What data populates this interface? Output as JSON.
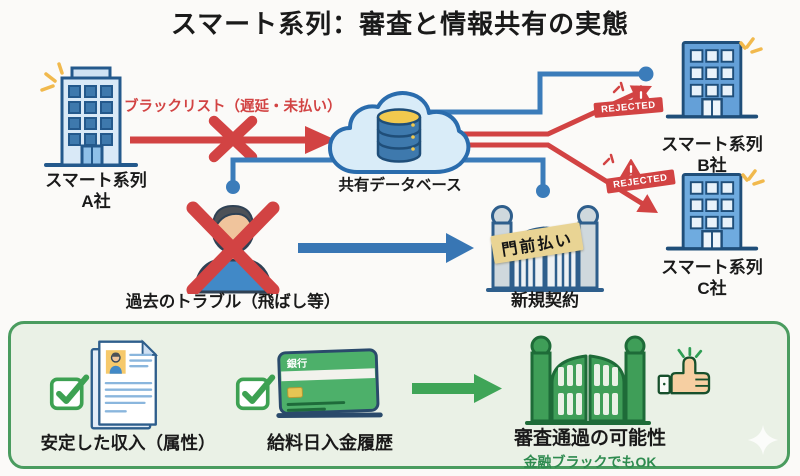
{
  "title": "スマート系列：審査と情報共有の実態",
  "diagram": {
    "company_a": {
      "line1": "スマート系列",
      "line2": "A社"
    },
    "company_b": {
      "line1": "スマート系列",
      "line2": "B社"
    },
    "company_c": {
      "line1": "スマート系列",
      "line2": "C社"
    },
    "blacklist_label": "ブラックリスト（遅延・未払い）",
    "cloud_label": "共有データベース",
    "person_label": "過去のトラブル（飛ばし等）",
    "gate_banner": "門前払い",
    "new_contract_label": "新規契約",
    "rejected": "REJECTED"
  },
  "panel": {
    "income_label": "安定した収入（属性）",
    "salary_label": "給料日入金履歴",
    "pass_label": "審査通過の可能性",
    "pass_sublabel": "金融ブラックでもOK",
    "bank_label": "銀行"
  },
  "icons": {
    "building-icon": "office building",
    "cloud-database-icon": "cloud with database cylinder",
    "person-blocked-icon": "person with red X",
    "gate-icon": "closed iron gate",
    "warning-triangle-icon": "red alert triangle",
    "checkbox-checked-icon": "green checked checkbox",
    "document-icon": "resume document with photo",
    "bank-card-icon": "green bank passbook/card",
    "thumbs-up-icon": "thumbs up hand",
    "sparkle-icon": "emphasis sparkle lines",
    "star-icon": "faint four-point star watermark"
  },
  "colors": {
    "red": "#d24343",
    "blue_line": "#3b7cba",
    "blue_fill": "#64a0d8",
    "light_blue": "#d9e9f7",
    "navy": "#1f4e79",
    "green": "#3da152",
    "dark_green": "#1e6b38",
    "panel_bg": "#eaf1e6",
    "panel_border": "#4a9c5f",
    "yellow": "#f2c94e",
    "banner_tan": "#e9d494"
  }
}
